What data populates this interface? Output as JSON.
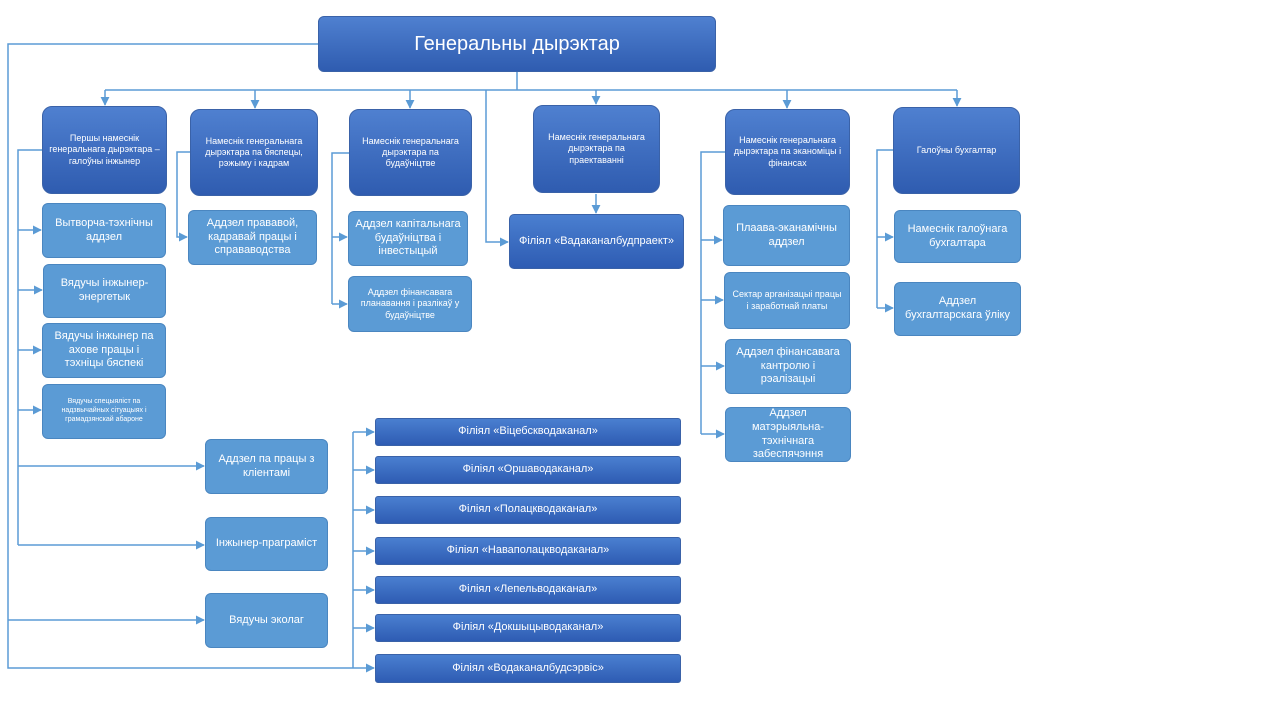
{
  "director": "Генеральны дырэктар",
  "heads": {
    "first_deputy": "Першы намеснік генеральнага дырэктара – галоўны інжынер",
    "deputy_security": "Намеснік генеральнага дырэктара па бяспецы, рэжыму і кадрам",
    "deputy_construction": "Намеснік генеральнага дырэктара па будаўніцтве",
    "deputy_design": "Намеснік генеральнага дырэктара па праектаванні",
    "deputy_economics": "Намеснік генеральнага дырэктара па эканоміцы і фінансах",
    "chief_accountant": "Галоўны бухгалтар"
  },
  "first_deputy_units": {
    "production_technical": "Вытворча-тэхнічны аддзел",
    "chief_power_engineer": "Вядучы інжынер-энергетык",
    "labor_safety": "Вядучы інжынер па ахове працы і тэхніцы бяспекі",
    "emergency_specialist": "Вядучы спецыяліст па надзвычайных сітуацыях і грамадзянскай абароне",
    "client_department": "Аддзел па працы з кліентамі",
    "programmer": "Інжынер-праграміст",
    "ecologist": "Вядучы эколаг"
  },
  "security_units": {
    "legal_hr": "Аддзел прававой, кадравай працы і справаводства"
  },
  "construction_units": {
    "capital_construction": "Аддзел капітальнага будаўніцтва і інвестыцый",
    "financial_planning": "Аддзел фінансавага планавання і разлікаў у будаўніцтве"
  },
  "design_units": {
    "branch_design": "Філіял «Вадаканалбудпраект»"
  },
  "economics_units": {
    "planning_economic": "Плаава-эканамічны аддзел",
    "labor_org": "Сектар арганізацыі працы і заработнай платы",
    "financial_control": "Аддзел фінансавага кантролю і рэалізацыі",
    "material_supply": "Аддзел матэрыяльна-тэхнічнага забеспячэння"
  },
  "accounting_units": {
    "deputy_chief_accountant": "Намеснік галоўнага бухгалтара",
    "accounting_dept": "Аддзел бухгалтарскага ўліку"
  },
  "branches": {
    "vitebsk": "Філіял «Віцебскводаканал»",
    "orsha": "Філіял «Оршаводаканал»",
    "polotsk": "Філіял «Полацкводаканал»",
    "novopolotsk": "Філіял «Наваполацкводаканал»",
    "lepel": "Філіял «Лепельводаканал»",
    "dokshitsy": "Філіял «Докшыцыводаканал»",
    "service": "Філіял «Водаканалбудсэрвіс»"
  }
}
